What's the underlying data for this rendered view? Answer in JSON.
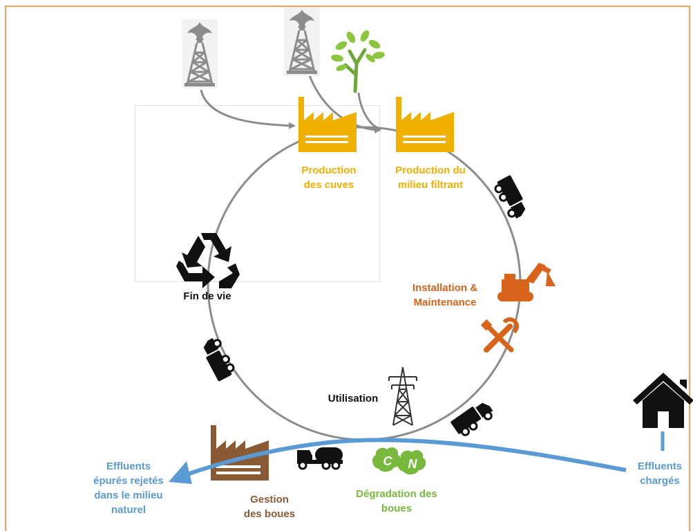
{
  "labels": {
    "production_cuves": "Production\ndes cuves",
    "production_milieu": "Production du\nmilieu filtrant",
    "installation": "Installation &\nMaintenance",
    "fin_de_vie": "Fin de vie",
    "utilisation": "Utilisation",
    "gestion_boues": "Gestion\ndes boues",
    "degradation": "Dégradation des\nboues",
    "effluents_epures": "Effluents\népurés rejetés\ndans le milieu\nnaturel",
    "effluents_charges": "Effluents\nchargés",
    "carbon_letter": "C",
    "nitrogen_letter": "N"
  },
  "colors": {
    "frame": "#f0a060",
    "cycle": "#8c8c8c",
    "production": "#f0b000",
    "installation": "#d8641c",
    "sludge": "#8a5a34",
    "degradation": "#78b83c",
    "water": "#5b9bd5",
    "black": "#111111"
  },
  "icons": [
    "oil-derrick-icon",
    "tree-icon",
    "factory-icon",
    "truck-icon",
    "excavator-icon",
    "tools-icon",
    "recycle-icon",
    "pylon-icon",
    "house-icon",
    "tanker-truck-icon",
    "cn-bubble-icon"
  ]
}
